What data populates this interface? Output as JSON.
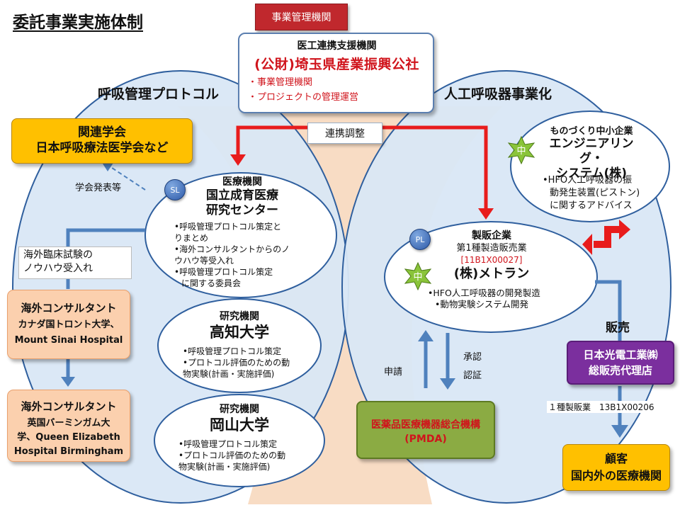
{
  "title": "委託事業実施体制",
  "top_box": "事業管理機関",
  "support": {
    "heading": "医工連携支援機関",
    "name": "(公財)埼玉県産業振興公社",
    "items": [
      "・事業管理機関",
      "・プロジェクトの管理運営"
    ]
  },
  "regions": {
    "left": "呼吸管理プロトコル",
    "right": "人工呼吸器事業化"
  },
  "renkei": "連携調整",
  "related_society": {
    "line1": "関連学会",
    "line2": "日本呼吸療法医学会など"
  },
  "gakkai_label": "学会発表等",
  "overseas_note": [
    "海外臨床試験の",
    "ノウハウ受入れ"
  ],
  "consultant1": {
    "heading": "海外コンサルタント",
    "lines": [
      "カナダ国トロント大学、",
      "Mount Sinai Hospital"
    ]
  },
  "consultant2": {
    "heading": "海外コンサルタント",
    "lines": [
      "英国バーミンガム大",
      "学、Queen Elizabeth",
      "Hospital Birmingham"
    ]
  },
  "ncchd": {
    "badge": "SL",
    "heading": "医療機関",
    "name": [
      "国立成育医療",
      "研究センター"
    ],
    "items": [
      "•呼吸管理プロトコル策定と",
      "りまとめ",
      "•海外コンサルタントからのノ",
      "ウハウ等受入れ",
      "•呼吸管理プロトコル策定",
      "に関する委員会"
    ]
  },
  "kochi": {
    "heading": "研究機関",
    "name": "高知大学",
    "items": [
      "•呼吸管理プロトコル策定",
      "•プロトコル評価のための動",
      "物実験(計画・実施評価)"
    ]
  },
  "okayama": {
    "heading": "研究機関",
    "name": "岡山大学",
    "items": [
      "•呼吸管理プロトコル策定",
      "•プロトコル評価のための動",
      "物実験(計画・実施評価)"
    ]
  },
  "engineering": {
    "badge": "中",
    "heading": "ものづくり中小企業",
    "name": [
      "エンジニアリング・",
      "システム(株)"
    ],
    "items": [
      "•HFO人工呼吸器の振",
      "動発生装置(ピストン)",
      "に関するアドバイス"
    ]
  },
  "metran": {
    "badge_pl": "PL",
    "badge_chu": "中",
    "heading": "製販企業",
    "sub": "第1種製造販売業",
    "license": "[11B1X00027]",
    "name": "(株)メトラン",
    "items": [
      "•HFO人工呼吸器の開発製造",
      "•動物実験システム開発"
    ]
  },
  "shinsei": "申請",
  "shonin": [
    "承認",
    "認証"
  ],
  "pmda": [
    "医薬品医療機器総合機構",
    "(PMDA)"
  ],
  "hanbai": "販売",
  "nihon_kohden": [
    "日本光電工業㈱",
    "総販売代理店"
  ],
  "license_label": "１種製販業　13B1X00206",
  "customer": {
    "line1": "顧客",
    "line2": "国内外の医療機関"
  },
  "colors": {
    "region_fill": "#d9e7f5",
    "region_border": "#2f5f9e",
    "center_band": "#f8dcc4",
    "red_arrow": "#e81c1c",
    "blue_arrow": "#4f81bd"
  },
  "icons": [
    "sl-badge",
    "pl-badge",
    "chu-star"
  ]
}
